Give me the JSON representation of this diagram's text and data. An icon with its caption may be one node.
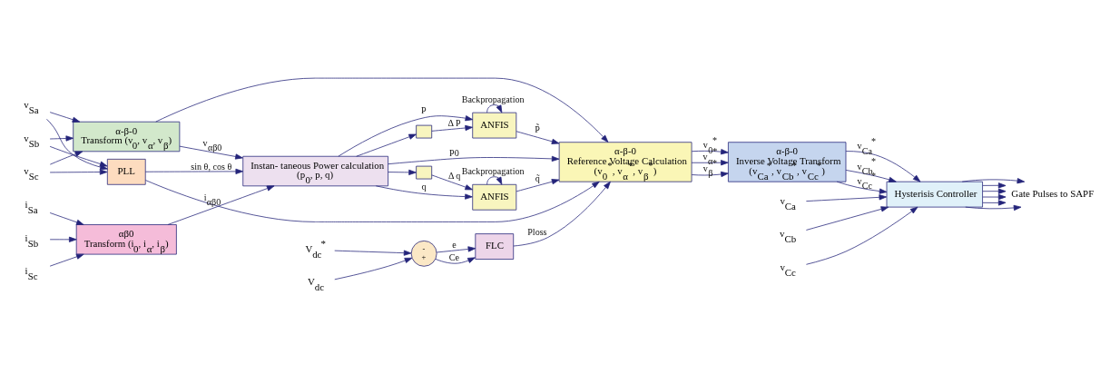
{
  "diagram": {
    "nodes": [
      {
        "text": [
          "PLL"
        ]
      },
      {
        "text": [
          "α-β-0",
          "Transform (v$_{0}$, v$_{α}$, v$_{β}$)"
        ]
      },
      {
        "text": [
          "αβ0",
          "Transform (i$_{0}$, i$_{α}$, i$_{β}$)"
        ]
      },
      {
        "text": [
          "Instan- taneous Power calculation",
          "(p$_{0}$, p, q)"
        ]
      },
      {
        "text": [
          "ANFIS"
        ]
      },
      {
        "text": [
          "ANFIS"
        ]
      },
      {
        "text": [
          "α-β-0",
          "Reference Voltage Calculation",
          "(v$_{0}$$^{*}$, v$_{α}$$^{*}$, v$_{β}$$^{*}$)"
        ]
      },
      {
        "text": [
          "FLC"
        ]
      },
      {
        "text": [
          "-",
          "+"
        ]
      },
      {
        "text": [
          "α-β-0",
          "Inverse Voltage Transform",
          "(v$_{Ca}$$^{*}$, v$_{Cb}$$^{*}$, v$_{Cc}$$^{*}$)"
        ]
      },
      {
        "text": [
          "Hysterisis Controller"
        ]
      },
      {
        "text": [
          "Gate Pulses to SAPF"
        ]
      },
      {
        "text": [
          "v$_{Sa}$"
        ]
      },
      {
        "text": [
          "v$_{Sb}$"
        ]
      },
      {
        "text": [
          "v$_{Sc}$"
        ]
      },
      {
        "text": [
          "i$_{Sa}$"
        ]
      },
      {
        "text": [
          "i$_{Sb}$"
        ]
      },
      {
        "text": [
          "i$_{Sc}$"
        ]
      },
      {
        "text": [
          "V$_{dc}$"
        ]
      },
      {
        "text": [
          "V$_{dc}$$^{*}$"
        ]
      },
      {
        "text": [
          "v$_{Ca}$"
        ]
      },
      {
        "text": [
          "v$_{Cb}$"
        ]
      },
      {
        "text": [
          "v$_{Cc}$"
        ]
      },
      {
        "text": [],
        "shape": "box"
      },
      {
        "text": [],
        "shape": "box"
      }
    ],
    "edges": [
      {
        "from": 12,
        "to": 0,
        "arrow": "to"
      },
      {
        "from": 13,
        "to": 0,
        "arrow": "to"
      },
      {
        "from": 14,
        "to": 0,
        "arrow": "to"
      },
      {
        "from": 12,
        "to": 1,
        "arrow": "to"
      },
      {
        "from": 13,
        "to": 1,
        "arrow": "to"
      },
      {
        "from": 14,
        "to": 1,
        "arrow": "to"
      },
      {
        "from": 15,
        "to": 2,
        "arrow": "to"
      },
      {
        "from": 16,
        "to": 2,
        "arrow": "to"
      },
      {
        "from": 17,
        "to": 2,
        "arrow": "to"
      },
      {
        "from": 0,
        "to": 3,
        "arrow": "to",
        "label": "sin θ, cos θ"
      },
      {
        "from": 0,
        "to": 6,
        "arrow": "to"
      },
      {
        "from": 1,
        "to": 3,
        "arrow": "to",
        "label": "v$_{αβ0}$"
      },
      {
        "from": 1,
        "to": 6,
        "arrow": "to"
      },
      {
        "from": 2,
        "to": 3,
        "arrow": "to",
        "label": "i$_{αβ0}$"
      },
      {
        "from": 3,
        "to": 4,
        "arrow": "to",
        "label": "P"
      },
      {
        "from": 3,
        "to": 23,
        "arrow": "to"
      },
      {
        "from": 23,
        "to": 4,
        "arrow": "to",
        "label": "Δ P"
      },
      {
        "from": 4,
        "to": 4,
        "arrow": "to",
        "label": "Backpropagation"
      },
      {
        "from": 3,
        "to": 6,
        "arrow": "to",
        "label": "P0"
      },
      {
        "from": 3,
        "to": 24,
        "arrow": "to"
      },
      {
        "from": 24,
        "to": 5,
        "arrow": "to",
        "label": "Δ q"
      },
      {
        "from": 3,
        "to": 5,
        "arrow": "to",
        "label": "q"
      },
      {
        "from": 5,
        "to": 5,
        "arrow": "to",
        "label": "Backpropagation"
      },
      {
        "from": 4,
        "to": 6,
        "arrow": "to",
        "label": "P̃"
      },
      {
        "from": 5,
        "to": 6,
        "arrow": "to",
        "label": "q̃"
      },
      {
        "from": 18,
        "to": 8,
        "arrow": "to"
      },
      {
        "from": 19,
        "to": 8,
        "arrow": "to"
      },
      {
        "from": 8,
        "to": 7,
        "arrow": "to",
        "label": "e"
      },
      {
        "from": 8,
        "to": 7,
        "arrow": "to",
        "label": "Ce"
      },
      {
        "from": 7,
        "to": 6,
        "arrow": "to",
        "label": "Ploss"
      },
      {
        "from": 6,
        "to": 9,
        "arrow": "to",
        "label": "v$_{0}$$^{*}$"
      },
      {
        "from": 6,
        "to": 9,
        "arrow": "to",
        "label": "v$_{α}$$^{*}$"
      },
      {
        "from": 6,
        "to": 9,
        "arrow": "to",
        "label": "v$_{β}$$^{*}$"
      },
      {
        "from": 9,
        "to": 10,
        "arrow": "to",
        "label": "v$_{Ca}$$^{*}$"
      },
      {
        "from": 9,
        "to": 10,
        "arrow": "to",
        "label": "v$_{Cb}$$^{*}$"
      },
      {
        "from": 9,
        "to": 10,
        "arrow": "to",
        "label": "v$_{Cc}$$^{*}$"
      },
      {
        "from": 20,
        "to": 10,
        "arrow": "to"
      },
      {
        "from": 21,
        "to": 10,
        "arrow": "to"
      },
      {
        "from": 22,
        "to": 10,
        "arrow": "to"
      },
      {
        "from": 10,
        "to": 11,
        "arrow": "to"
      },
      {
        "from": 10,
        "to": 11,
        "arrow": "to"
      },
      {
        "from": 10,
        "to": 11,
        "arrow": "to"
      },
      {
        "from": 10,
        "to": 11,
        "arrow": "to"
      },
      {
        "from": 10,
        "to": 11,
        "arrow": "to"
      },
      {
        "from": 10,
        "to": 11,
        "arrow": "to"
      }
    ]
  }
}
